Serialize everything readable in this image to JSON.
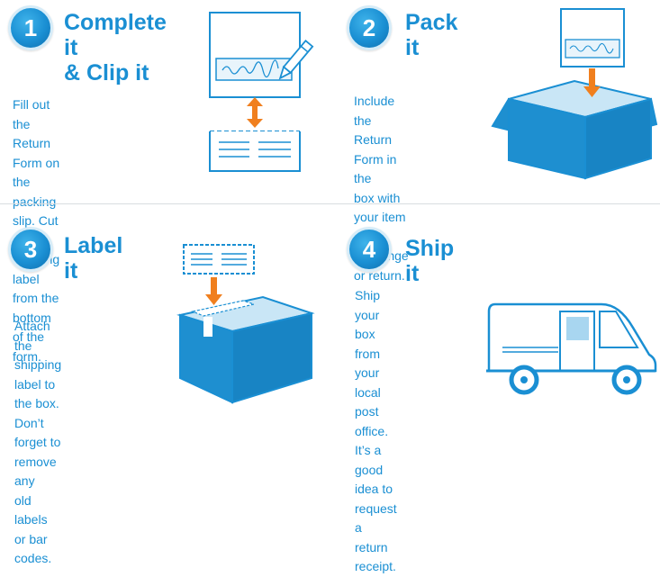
{
  "steps": [
    {
      "number": "1",
      "title": "Complete it\n& Clip it",
      "description": "Fill out the Return Form on\nthe packing slip. Cut the\nshipping label from the\nbottom of the form."
    },
    {
      "number": "2",
      "title": "Pack it",
      "description": "Include the\nReturn Form in the\nbox with your item to\nexchange or return."
    },
    {
      "number": "3",
      "title": "Label it",
      "description": "Attach the shipping\nlabel to the box. Don’t\nforget to remove any\nold labels or bar codes."
    },
    {
      "number": "4",
      "title": "Ship it",
      "description": "Ship your box from\nyour local post\noffice. It’s a good\nidea to request a\nreturn receipt."
    }
  ],
  "colors": {
    "primary": "#1a8fd3",
    "box_front": "#1e8fd0",
    "box_top": "#c9e6f6",
    "arrow": "#f07f1e",
    "outline": "#1a8fd3"
  },
  "icons": [
    "form-with-pencil-icon",
    "box-with-form-icon",
    "labeled-box-icon",
    "delivery-van-icon"
  ]
}
